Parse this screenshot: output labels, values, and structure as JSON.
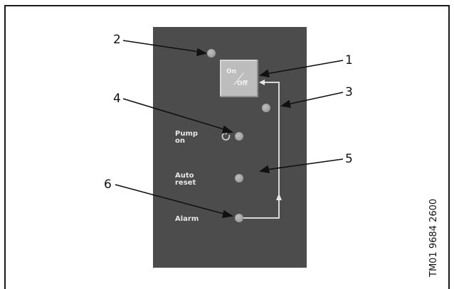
{
  "panel": {
    "button": {
      "on_label": "On",
      "off_label": "Off"
    },
    "labels": {
      "pump_on_line1": "Pump",
      "pump_on_line2": "on",
      "auto_reset_line1": "Auto",
      "auto_reset_line2": "reset",
      "alarm": "Alarm"
    },
    "icons": {
      "pump_symbol": "rotate-arrow-icon",
      "return_arrow": "arrow-up-icon"
    }
  },
  "callouts": {
    "c1": "1",
    "c2": "2",
    "c3": "3",
    "c4": "4",
    "c5": "5",
    "c6": "6"
  },
  "document_number": "TM01 9684 2600",
  "colors": {
    "panel": "#4c4c4c",
    "button": "#bdbdbd",
    "led": "#a6a6a6",
    "line": "#d9d9d9"
  }
}
